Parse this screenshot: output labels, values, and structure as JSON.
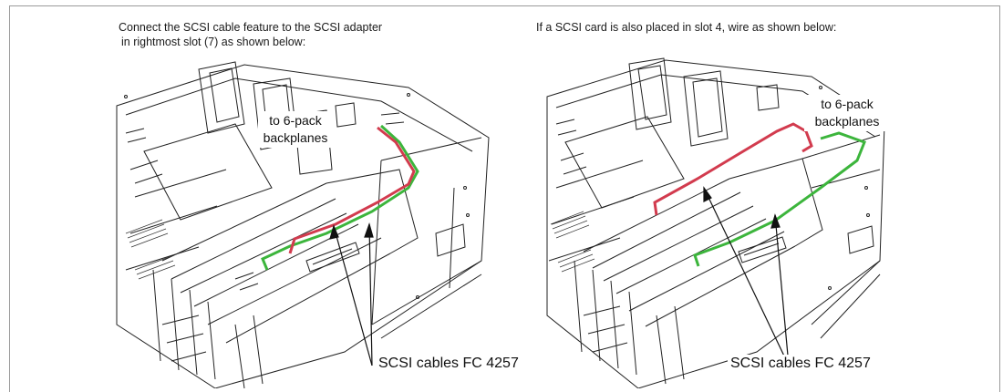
{
  "captions": {
    "left_line1": "Connect the SCSI cable feature to the SCSI adapter",
    "left_line2": "in rightmost slot (7) as shown below:",
    "right": "If a SCSI card is also placed in slot 4, wire as shown below:"
  },
  "callouts": {
    "left_line1": "to 6-pack",
    "left_line2": "backplanes",
    "right_line1": "to 6-pack",
    "right_line2": "backplanes"
  },
  "labels": {
    "left_cables": "SCSI cables FC 4257",
    "right_cables": "SCSI cables FC 4257"
  },
  "cable_colors": {
    "red": "#d23b4e",
    "green": "#3cb53c"
  },
  "icons": {
    "pointer_arrow": "arrow-icon"
  }
}
